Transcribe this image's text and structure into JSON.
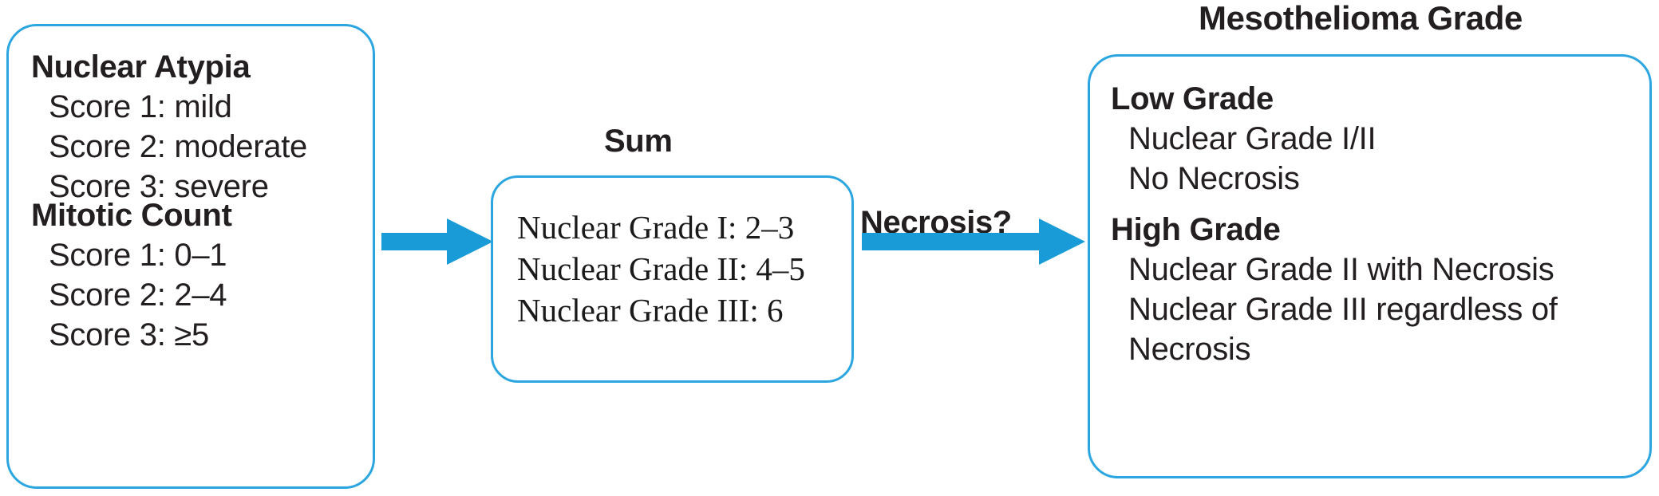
{
  "diagram": {
    "title": "Mesothelioma nuclear grading algorithm",
    "colors": {
      "box_border": "#2BA6E0",
      "arrow_fill": "#199BD7",
      "text": "#231f20"
    }
  },
  "criteria_box": {
    "sections": [
      {
        "heading": "Nuclear Atypia",
        "lines": [
          "Score 1: mild",
          "Score 2: moderate",
          "Score 3: severe"
        ]
      },
      {
        "heading": "Mitotic Count",
        "lines": [
          "Score 1: 0–1",
          "Score 2: 2–4",
          "Score 3: ≥5"
        ]
      }
    ]
  },
  "sum_box": {
    "label": "Sum",
    "lines": [
      "Nuclear Grade I: 2–3",
      "Nuclear Grade II: 4–5",
      "Nuclear Grade III: 6"
    ]
  },
  "necrosis_label": "Necrosis?",
  "grade_box": {
    "title": "Mesothelioma Grade",
    "sections": [
      {
        "heading": "Low Grade",
        "lines": [
          "Nuclear Grade I/II",
          "No Necrosis"
        ]
      },
      {
        "heading": "High Grade",
        "lines": [
          "Nuclear Grade II with Necrosis",
          "Nuclear Grade III regardless of Necrosis"
        ]
      }
    ]
  },
  "arrows": [
    {
      "name": "criteria-to-sum"
    },
    {
      "name": "sum-to-grade"
    }
  ]
}
